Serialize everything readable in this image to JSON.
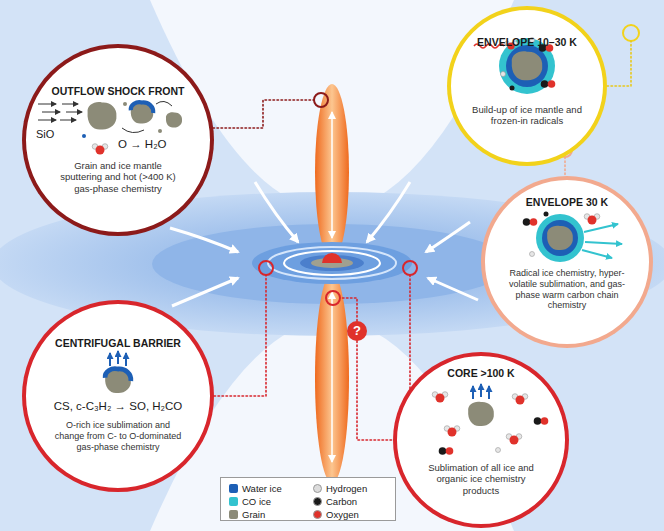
{
  "diagram": {
    "nodes": [
      {
        "text": [
          "OUTFLOW SHOCK FRONT",
          "SiO",
          "O → H₂O",
          "Grain and ice mantle sputtering and hot (>400 K) gas-phase chemistry"
        ]
      },
      {
        "text": [
          "ENVELOPE 10–30 K",
          "Build-up of ice mantle and frozen-in radicals"
        ]
      },
      {
        "text": [
          "ENVELOPE 30 K",
          "Radical ice chemistry, hyper-volatile sublimation, and gas-phase warm carbon chain chemistry"
        ]
      },
      {
        "text": [
          "CENTRIFUGAL BARRIER",
          "CS, c-C₃H₂ → SO, H₂CO",
          "O-rich ice sublimation and change from C- to O-dominated gas-phase chemistry"
        ]
      },
      {
        "text": [
          "CORE >100 K",
          "Sublimation of all ice and organic ice chemistry products"
        ]
      },
      {
        "text": [
          "?"
        ]
      }
    ],
    "edges": [
      {
        "from": 5,
        "to": 4,
        "arrow": "none"
      }
    ],
    "legend": [
      {
        "text": "Water ice",
        "color": "#1d5fb5"
      },
      {
        "text": "CO ice",
        "color": "#33c3cf"
      },
      {
        "text": "Grain",
        "color": "#8c8b78"
      },
      {
        "text": "Hydrogen",
        "color": "#dcdcdc"
      },
      {
        "text": "Carbon",
        "color": "#1a1a1a"
      },
      {
        "text": "Oxygen",
        "color": "#e0322b"
      }
    ]
  }
}
